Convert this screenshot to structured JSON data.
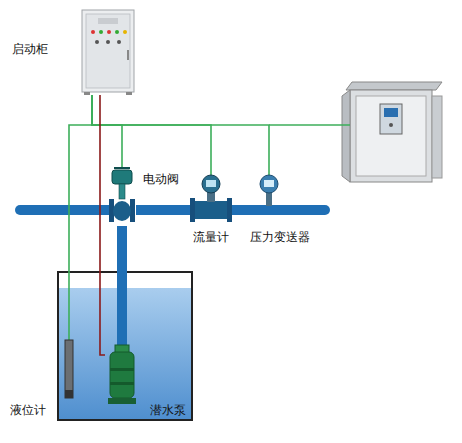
{
  "diagram": {
    "nodes": [
      {
        "text": [
          "启动柜"
        ]
      },
      {
        "text": [
          "电动阀"
        ]
      },
      {
        "text": [
          "流量计"
        ]
      },
      {
        "text": [
          "压力变送器"
        ]
      },
      {
        "text": [
          "液位计"
        ]
      },
      {
        "text": [
          "潜水泵"
        ]
      }
    ],
    "edges": [
      {
        "from": 0,
        "to": 1,
        "arrow": "none"
      },
      {
        "from": 0,
        "to": 2,
        "arrow": "none"
      },
      {
        "from": 0,
        "to": 3,
        "arrow": "none"
      },
      {
        "from": 0,
        "to": 4,
        "arrow": "none"
      },
      {
        "from": 0,
        "to": 5,
        "arrow": "none"
      },
      {
        "from": 5,
        "to": 1,
        "arrow": "none"
      },
      {
        "from": 1,
        "to": 2,
        "arrow": "none"
      },
      {
        "from": 2,
        "to": 3,
        "arrow": "none"
      }
    ]
  }
}
